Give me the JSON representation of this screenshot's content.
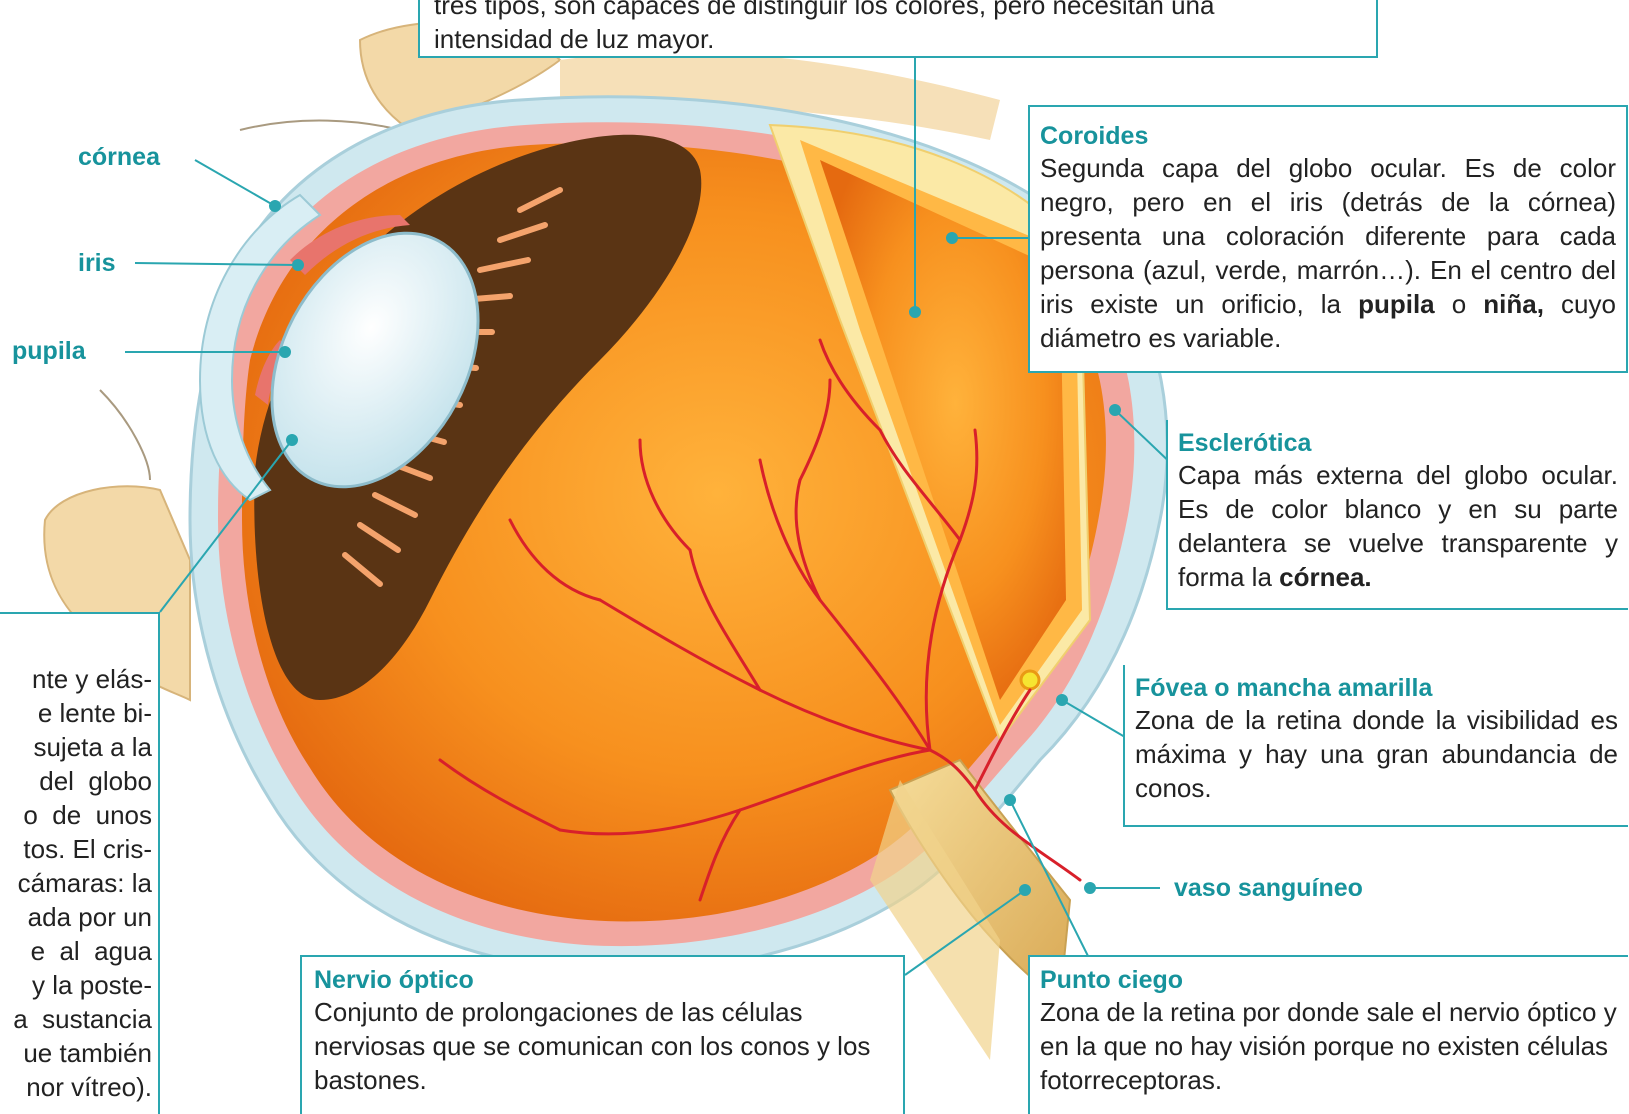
{
  "labels": {
    "cornea": "córnea",
    "iris": "iris",
    "pupila": "pupila",
    "vaso": "vaso sanguíneo"
  },
  "boxes": {
    "top": {
      "line1": "tres tipos, son capaces de distinguir los colores, pero necesitan una",
      "line2": "intensidad de luz mayor."
    },
    "coroides": {
      "title": "Coroides",
      "text1": "Segunda capa del globo ocular. Es de color negro, pero en el iris (detrás de la córnea) presenta una coloración diferente para cada persona (azul, verde, marrón…). En el centro del iris existe un orificio, la ",
      "bold1": "pupila",
      "text2": " o ",
      "bold2": "niña,",
      "text3": " cuyo diámetro es variable."
    },
    "esclerotica": {
      "title": "Esclerótica",
      "text1": "Capa más externa del globo ocular. Es de color blanco y en su parte delantera se vuelve transparente y forma la ",
      "bold1": "córnea."
    },
    "fovea": {
      "title": "Fóvea o mancha amarilla",
      "text": "Zona de la retina donde la visibilidad es máxima y hay una gran abundancia de conos."
    },
    "nervio": {
      "title": "Nervio óptico",
      "text": "Conjunto de prolongaciones de las células nerviosas que se comunican con los conos y los bastones."
    },
    "punto": {
      "title": "Punto ciego",
      "text": "Zona de la retina por donde sale el nervio óptico y en la que no hay visión porque no existen células fotorreceptoras."
    },
    "cristalino": {
      "lines": [
        "nte y elás-",
        "e lente bi-",
        "sujeta a la",
        "del  globo",
        "o  de  unos",
        "tos. El cris-",
        "cámaras: la",
        "ada por un",
        "e  al  agua",
        "y la poste-",
        "a  sustancia",
        "ue también",
        "nor vítreo)."
      ]
    }
  },
  "colors": {
    "accent": "#17939c",
    "border": "#2aa6b0",
    "retina": "#f28a1a",
    "choroid_iris": "#5a3414",
    "vessels": "#d8202a",
    "sclera": "#cfe8ef",
    "skin": "#f3d9a8"
  }
}
